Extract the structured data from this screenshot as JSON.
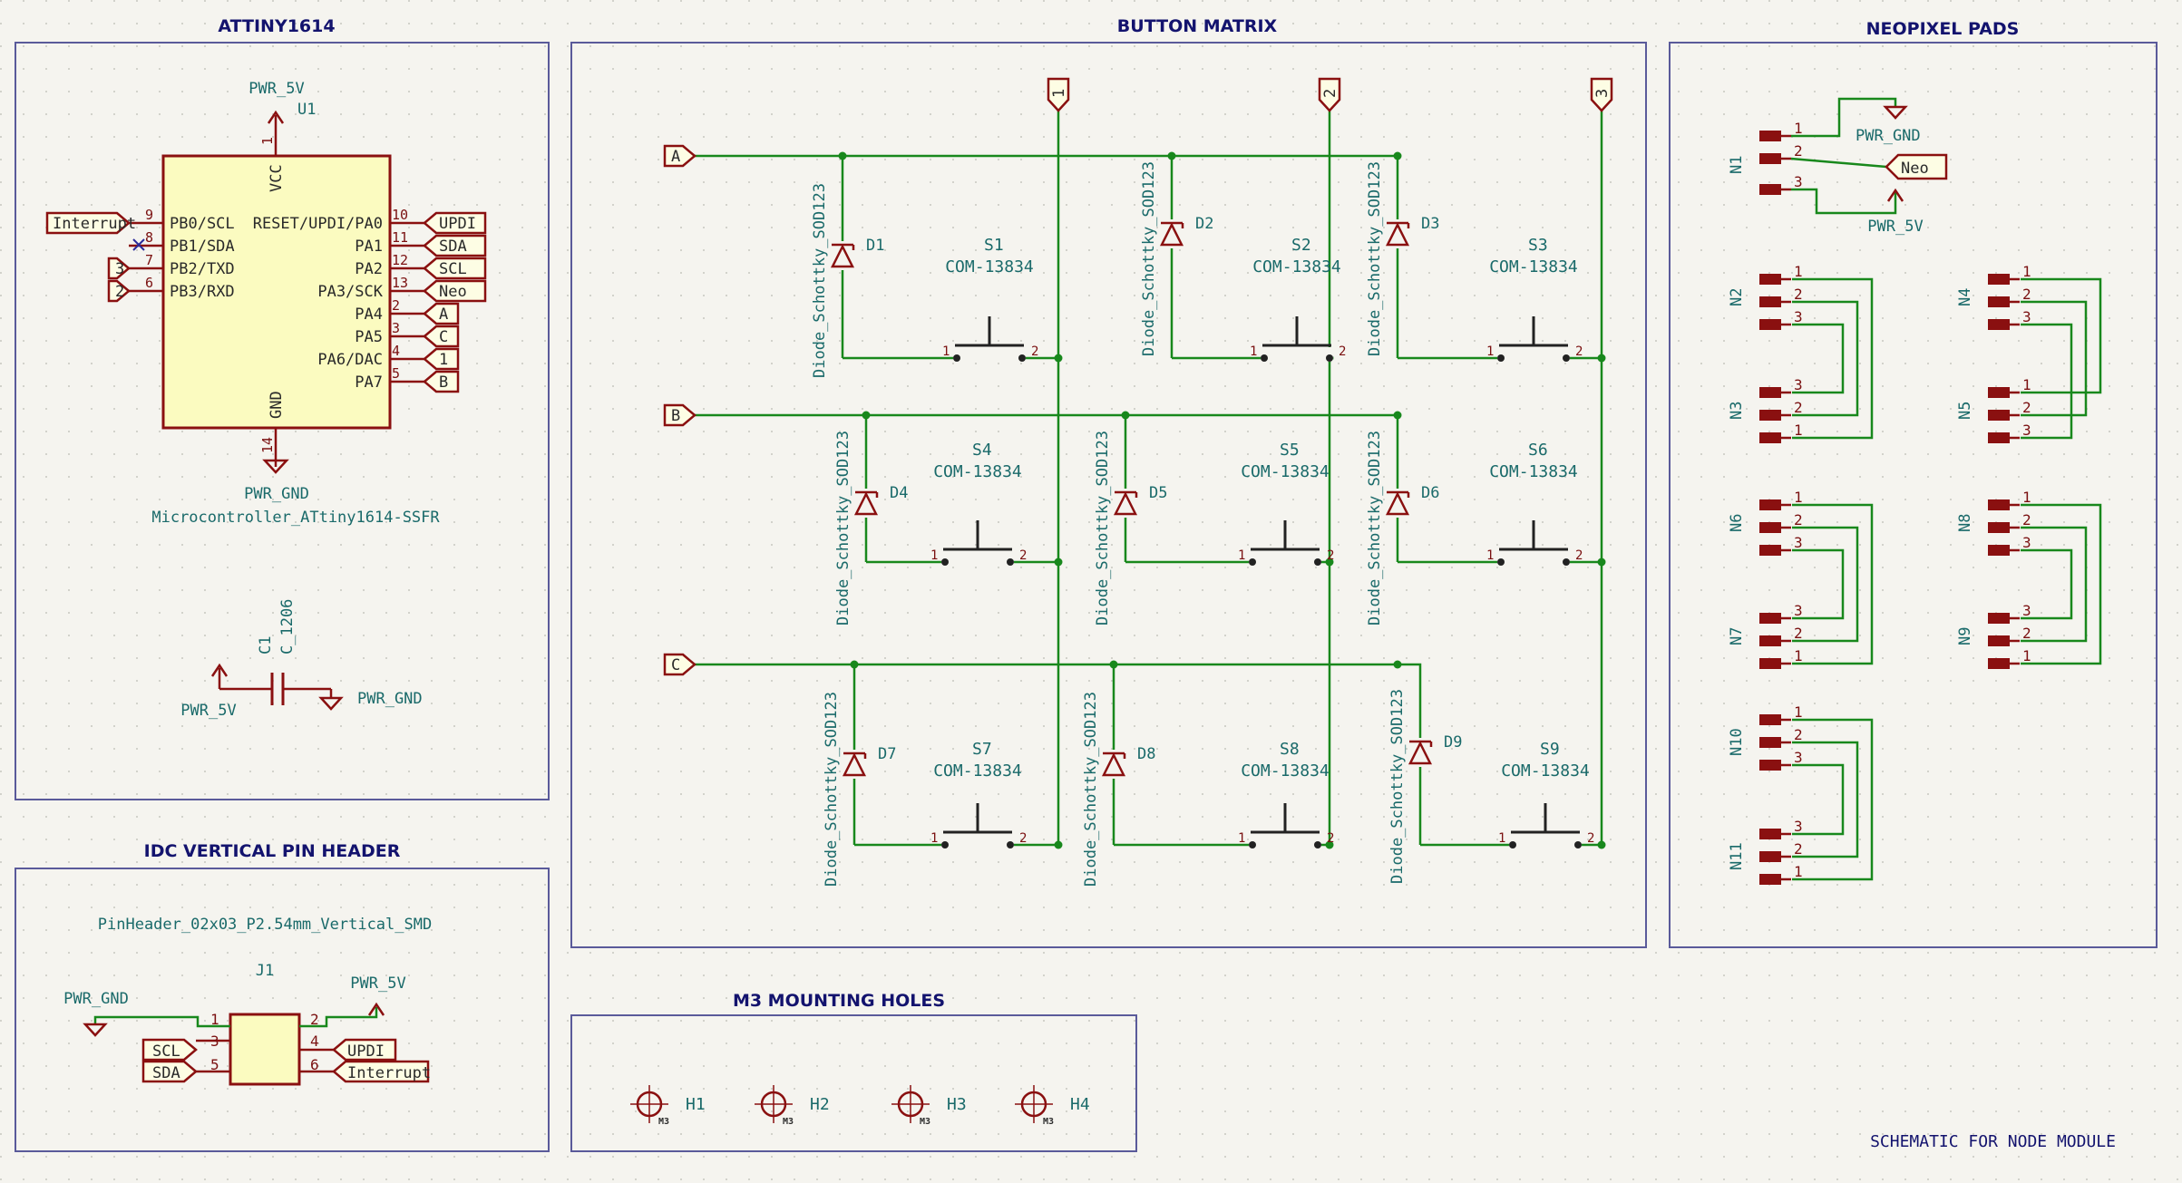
{
  "sheet_title": "SCHEMATIC FOR NODE MODULE",
  "sections": {
    "mcu": "ATTINY1614",
    "matrix": "BUTTON MATRIX",
    "neopixel": "NEOPIXEL PADS",
    "header": "IDC VERTICAL PIN HEADER",
    "holes": "M3 MOUNTING HOLES"
  },
  "mcu": {
    "ref": "U1",
    "value": "Microcontroller_ATtiny1614-SSFR",
    "vcc_label": "VCC",
    "gnd_label": "GND",
    "vcc_pin": "1",
    "gnd_pin": "14",
    "power": "PWR_5V",
    "ground": "PWR_GND",
    "left_pins": [
      {
        "num": "9",
        "name": "PB0/SCL",
        "net": "Interrupt"
      },
      {
        "num": "8",
        "name": "PB1/SDA",
        "net": ""
      },
      {
        "num": "7",
        "name": "PB2/TXD",
        "net": "3"
      },
      {
        "num": "6",
        "name": "PB3/RXD",
        "net": "2"
      }
    ],
    "right_pins": [
      {
        "num": "10",
        "name": "RESET/UPDI/PA0",
        "net": "UPDI"
      },
      {
        "num": "11",
        "name": "PA1",
        "net": "SDA"
      },
      {
        "num": "12",
        "name": "PA2",
        "net": "SCL"
      },
      {
        "num": "13",
        "name": "PA3/SCK",
        "net": "Neo"
      },
      {
        "num": "2",
        "name": "PA4",
        "net": "A"
      },
      {
        "num": "3",
        "name": "PA5",
        "net": "C"
      },
      {
        "num": "4",
        "name": "PA6/DAC",
        "net": "1"
      },
      {
        "num": "5",
        "name": "PA7",
        "net": "B"
      }
    ]
  },
  "capacitor": {
    "ref": "C1",
    "value": "C_1206",
    "power": "PWR_5V",
    "ground": "PWR_GND"
  },
  "matrix": {
    "rows": [
      "A",
      "B",
      "C"
    ],
    "columns": [
      "1",
      "2",
      "3"
    ],
    "diode_value": "Diode_Schottky_SOD123",
    "switch_value": "COM-13834",
    "diodes": [
      "D1",
      "D2",
      "D3",
      "D4",
      "D5",
      "D6",
      "D7",
      "D8",
      "D9"
    ],
    "switches": [
      "S1",
      "S2",
      "S3",
      "S4",
      "S5",
      "S6",
      "S7",
      "S8",
      "S9"
    ],
    "switch_pin1": "1",
    "switch_pin2": "2"
  },
  "neopixel": {
    "top": {
      "ref": "N1",
      "pins": [
        "1",
        "2",
        "3"
      ],
      "ground": "PWR_GND",
      "power": "PWR_5V",
      "net": "Neo"
    },
    "pads": [
      {
        "ref": "N2",
        "pins": [
          "1",
          "2",
          "3"
        ]
      },
      {
        "ref": "N3",
        "pins": [
          "3",
          "2",
          "1"
        ]
      },
      {
        "ref": "N4",
        "pins": [
          "1",
          "2",
          "3"
        ]
      },
      {
        "ref": "N5",
        "pins": [
          "1",
          "2",
          "3"
        ]
      },
      {
        "ref": "N6",
        "pins": [
          "1",
          "2",
          "3"
        ]
      },
      {
        "ref": "N7",
        "pins": [
          "3",
          "2",
          "1"
        ]
      },
      {
        "ref": "N8",
        "pins": [
          "1",
          "2",
          "3"
        ]
      },
      {
        "ref": "N9",
        "pins": [
          "3",
          "2",
          "1"
        ]
      },
      {
        "ref": "N10",
        "pins": [
          "1",
          "2",
          "3"
        ]
      },
      {
        "ref": "N11",
        "pins": [
          "3",
          "2",
          "1"
        ]
      }
    ]
  },
  "header": {
    "value": "PinHeader_02x03_P2.54mm_Vertical_SMD",
    "ref": "J1",
    "ground": "PWR_GND",
    "power": "PWR_5V",
    "pins": [
      "1",
      "2",
      "3",
      "4",
      "5",
      "6"
    ],
    "nets": {
      "p3": "SCL",
      "p4": "UPDI",
      "p5": "SDA",
      "p6": "Interrupt"
    }
  },
  "holes": [
    {
      "ref": "H1",
      "tag": "M3"
    },
    {
      "ref": "H2",
      "tag": "M3"
    },
    {
      "ref": "H3",
      "tag": "M3"
    },
    {
      "ref": "H4",
      "tag": "M3"
    }
  ],
  "colors": {
    "background": "#f5f4ef",
    "frame": "#5a5a9a",
    "wire": "#18881c",
    "symbol": "#8a1010",
    "fill": "#fbfbc0",
    "text": "#1a6a6a",
    "title": "#13136e"
  }
}
